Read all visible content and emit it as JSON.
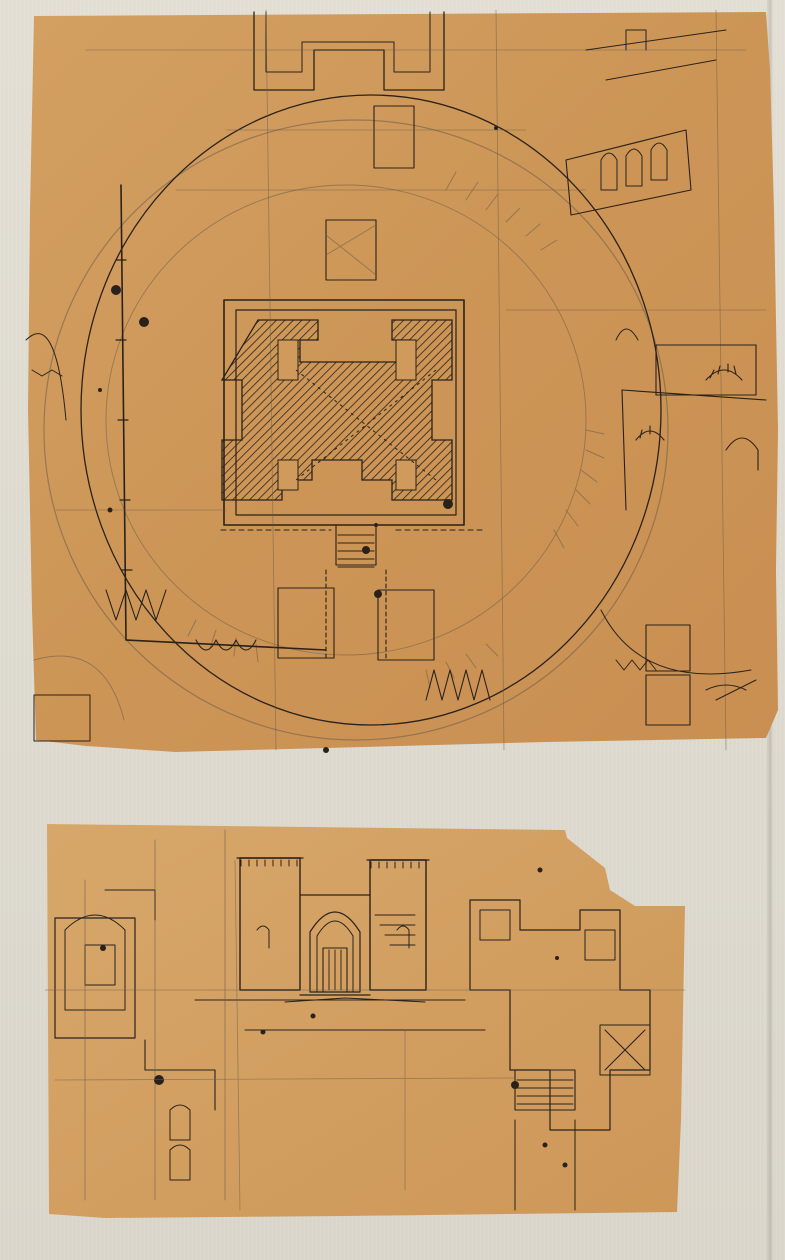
{
  "artwork": {
    "description_visible_text": "",
    "colors": {
      "mount": "#dcd8cd",
      "paper": "#cf9a5c",
      "paper_light": "#d8a86a",
      "ink": "#2a221a",
      "graphite": "#6a5b4a"
    },
    "sheets": [
      {
        "id": "upper",
        "subject": "plan-sketch"
      },
      {
        "id": "lower",
        "subject": "elevation-and-plan-sketch"
      }
    ]
  }
}
